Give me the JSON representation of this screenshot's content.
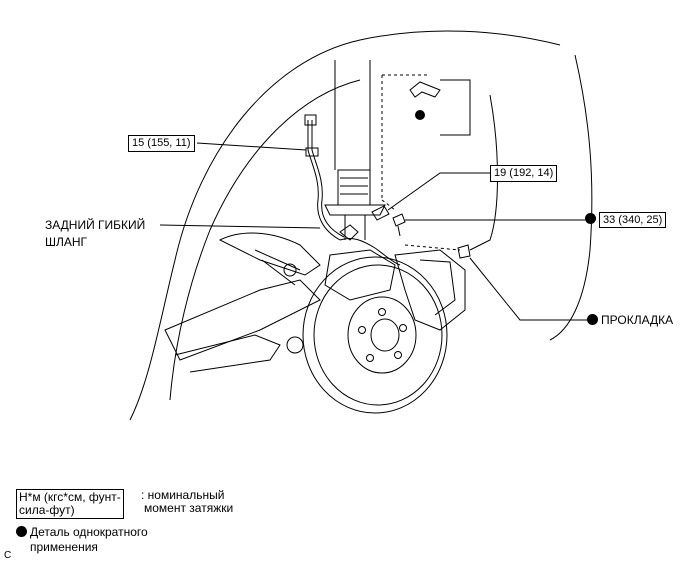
{
  "callouts": {
    "torque_hose_top": "15 (155, 11)",
    "torque_bracket": "19 (192, 14)",
    "torque_caliper": "33 (340, 25)"
  },
  "labels": {
    "rear_flexible_hose_line1": "ЗАДНИЙ ГИБКИЙ",
    "rear_flexible_hose_line2": "ШЛАНГ",
    "gasket": "ПРОКЛАДКА"
  },
  "legend": {
    "units_line1": "Н*м (кгс*см, фунт-",
    "units_line2": "сила-фут)",
    "torque_desc_line1": ": номинальный",
    "torque_desc_line2": "момент затяжки",
    "single_use_line1": "Деталь однократного",
    "single_use_line2": "применения"
  },
  "figure_code": "C",
  "colors": {
    "ink": "#000000",
    "background": "#ffffff"
  }
}
